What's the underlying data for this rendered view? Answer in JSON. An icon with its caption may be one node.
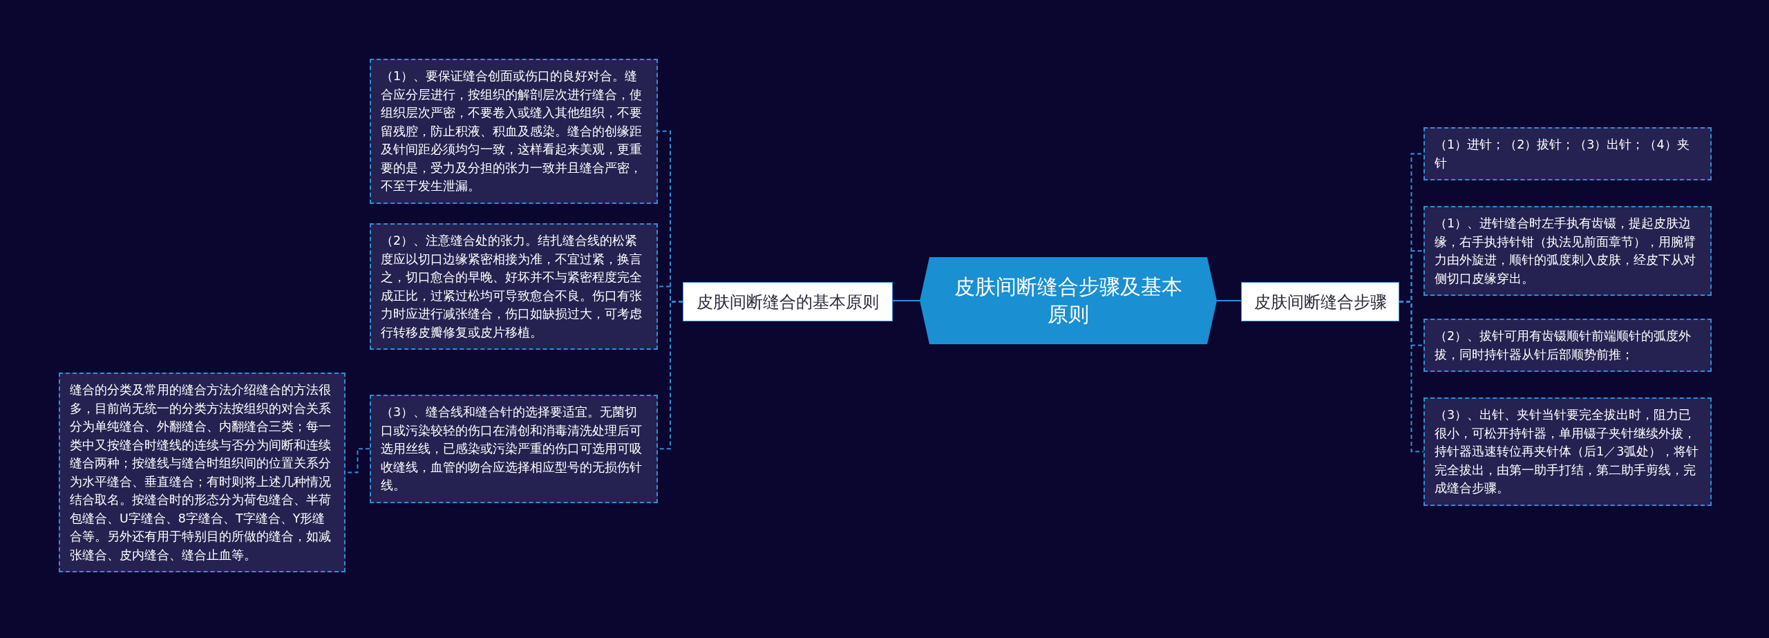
{
  "diagram": {
    "nodes": [
      {
        "text": [
          "皮肤间断缝合步骤及基本原则"
        ]
      },
      {
        "text": [
          "皮肤间断缝合的基本原则"
        ]
      },
      {
        "text": [
          "（1）、要保证缝合创面或伤口的良好对合。缝合应分层进行，按组织的解剖层次进行缝合，使组织层次严密，不要卷入或缝入其他组织，不要留残腔，防止积液、积血及感染。缝合的创缘距及针间距必须均匀一致，这样看起来美观，更重要的是，受力及分担的张力一致并且缝合严密，不至于发生泄漏。"
        ]
      },
      {
        "text": [
          "（2）、注意缝合处的张力。结扎缝合线的松紧度应以切口边缘紧密相接为准，不宜过紧，换言之，切口愈合的早晚、好坏并不与紧密程度完全成正比，过紧过松均可导致愈合不良。伤口有张力时应进行减张缝合，伤口如缺损过大，可考虑行转移皮瓣修复或皮片移植。"
        ]
      },
      {
        "text": [
          "（3）、缝合线和缝合针的选择要适宜。无菌切口或污染较轻的伤口在清创和消毒清洗处理后可选用丝线，已感染或污染严重的伤口可选用可吸收缝线，血管的吻合应选择相应型号的无损伤针线。"
        ]
      },
      {
        "text": [
          "缝合的分类及常用的缝合方法介绍缝合的方法很多，目前尚无统一的分类方法按组织的对合关系分为单纯缝合、外翻缝合、内翻缝合三类；每一类中又按缝合时缝线的连续与否分为间断和连续缝合两种；按缝线与缝合时组织间的位置关系分为水平缝合、垂直缝合；有时则将上述几种情况结合取名。按缝合时的形态分为荷包缝合、半荷包缝合、U字缝合、8字缝合、T字缝合、Y形缝合等。另外还有用于特别目的所做的缝合，如减张缝合、皮内缝合、缝合止血等。"
        ]
      },
      {
        "text": [
          "皮肤间断缝合步骤"
        ]
      },
      {
        "text": [
          "（1）进针；（2）拔针；（3）出针；（4）夹针"
        ]
      },
      {
        "text": [
          "（1）、进针缝合时左手执有齿镊，提起皮肤边缘，右手执持针钳（执法见前面章节），用腕臂力由外旋进，顺针的弧度刺入皮肤，经皮下从对侧切口皮缘穿出。"
        ]
      },
      {
        "text": [
          "（2）、拔针可用有齿镊顺针前端顺针的弧度外拔，同时持针器从针后部顺势前推；"
        ]
      },
      {
        "text": [
          "（3）、出针、夹针当针要完全拔出时，阻力已很小，可松开持针器，单用镊子夹针继续外拔，持针器迅速转位再夹针体（后1／3弧处），将针完全拔出，由第一助手打结，第二助手剪线，完成缝合步骤。"
        ]
      }
    ],
    "edges": [
      {
        "from": 0,
        "to": 1,
        "arrow": "none"
      },
      {
        "from": 1,
        "to": 2,
        "arrow": "none",
        "style": "dashed"
      },
      {
        "from": 1,
        "to": 3,
        "arrow": "none",
        "style": "dashed"
      },
      {
        "from": 1,
        "to": 4,
        "arrow": "none",
        "style": "dashed"
      },
      {
        "from": 4,
        "to": 5,
        "arrow": "none",
        "style": "dashed"
      },
      {
        "from": 0,
        "to": 6,
        "arrow": "none"
      },
      {
        "from": 6,
        "to": 7,
        "arrow": "none",
        "style": "dashed"
      },
      {
        "from": 6,
        "to": 8,
        "arrow": "none",
        "style": "dashed"
      },
      {
        "from": 6,
        "to": 9,
        "arrow": "none",
        "style": "dashed"
      },
      {
        "from": 6,
        "to": 10,
        "arrow": "none",
        "style": "dashed"
      }
    ]
  }
}
